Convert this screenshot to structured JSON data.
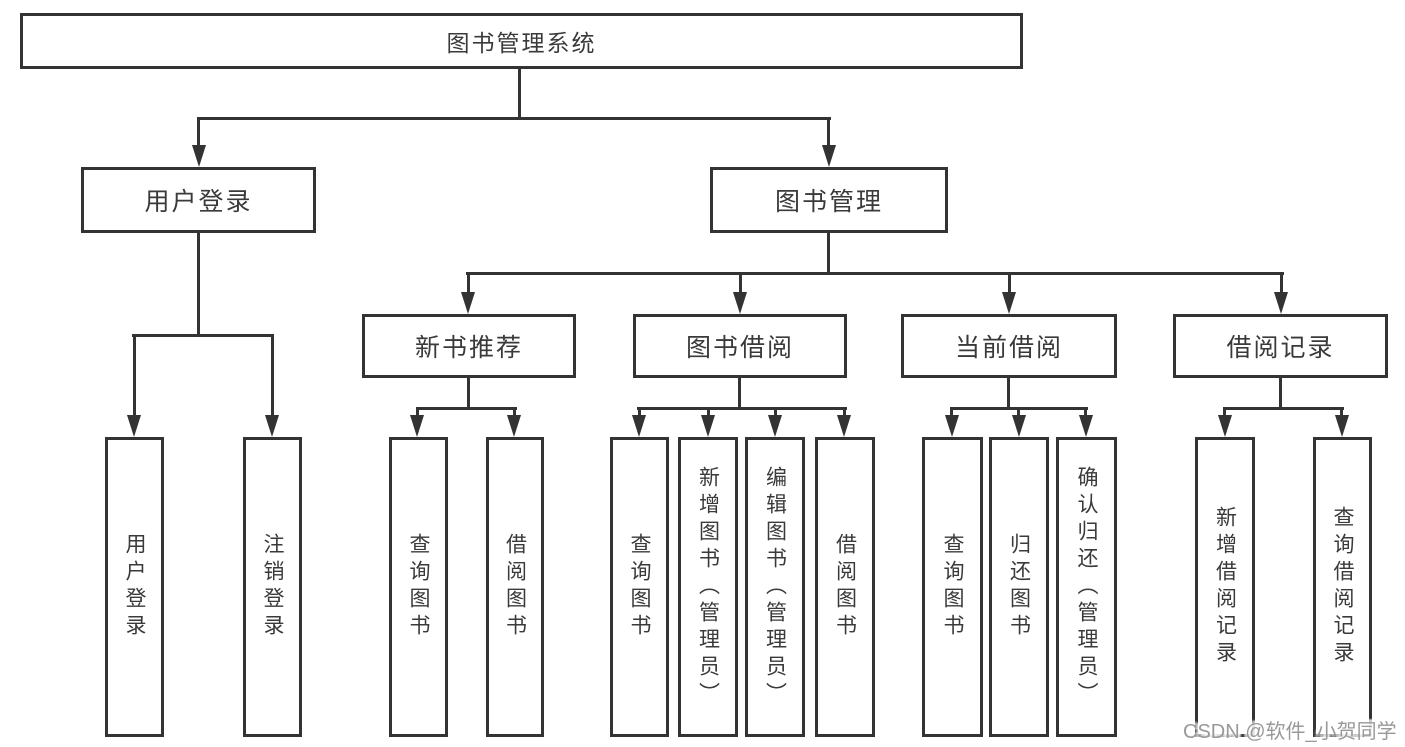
{
  "diagram": {
    "root": {
      "label": "图书管理系统"
    },
    "level2": [
      {
        "label": "用户登录"
      },
      {
        "label": "图书管理"
      }
    ],
    "level3": [
      {
        "label": "新书推荐"
      },
      {
        "label": "图书借阅"
      },
      {
        "label": "当前借阅"
      },
      {
        "label": "借阅记录"
      }
    ],
    "leaves": [
      {
        "label": "用户登录"
      },
      {
        "label": "注销登录"
      },
      {
        "label": "查询图书"
      },
      {
        "label": "借阅图书"
      },
      {
        "label": "查询图书"
      },
      {
        "label": "新增图书（管理员）"
      },
      {
        "label": "编辑图书（管理员）"
      },
      {
        "label": "借阅图书"
      },
      {
        "label": "查询图书"
      },
      {
        "label": "归还图书"
      },
      {
        "label": "确认归还（管理员）"
      },
      {
        "label": "新增借阅记录"
      },
      {
        "label": "查询借阅记录"
      }
    ]
  },
  "colors": {
    "line": "#333333",
    "text": "#3a3a3a",
    "watermark": "#999999"
  },
  "watermark": "CSDN @软件_小贺同学"
}
